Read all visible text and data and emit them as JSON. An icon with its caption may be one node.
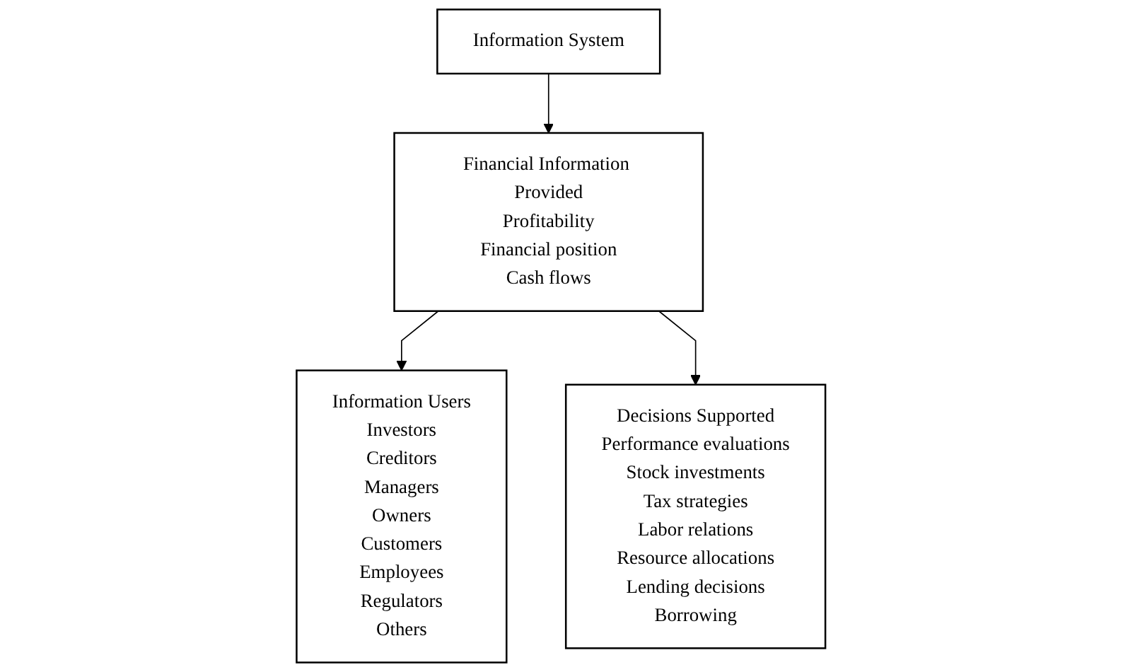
{
  "diagram": {
    "nodes": [
      {
        "text": [
          "Information System"
        ]
      },
      {
        "text": [
          "Information Users",
          "Investors",
          "Creditors",
          "Managers",
          "Owners",
          "Customers",
          "Employees",
          "Regulators",
          "Others"
        ]
      },
      {
        "text": [
          "Financial Information Provided",
          "Profitability",
          "Financial position",
          "Cash flows"
        ]
      },
      {
        "text": [
          "Decisions Supported",
          "Performance evaluations",
          "Stock investments",
          "Tax strategies",
          "Labor relations",
          "Resource allocations",
          "Lending decisions",
          "Borrowing"
        ]
      }
    ],
    "edges": [
      {
        "from": 0,
        "to": 2,
        "arrow": "to"
      },
      {
        "from": 2,
        "to": 1,
        "arrow": "to"
      },
      {
        "from": 2,
        "to": 3,
        "arrow": "to"
      }
    ]
  }
}
